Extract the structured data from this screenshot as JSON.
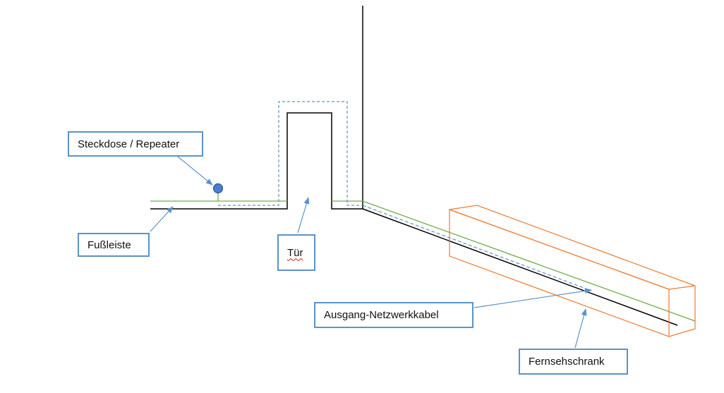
{
  "labels": {
    "steckdose": "Steckdose / Repeater",
    "fussleiste": "Fußleiste",
    "tuer": "Tür",
    "ausgang": "Ausgang-Netzwerkkabel",
    "fernseh": "Fernsehschrank"
  },
  "colors": {
    "wall": "#000000",
    "cable_green": "#70ad47",
    "dashed_blue": "#5b93c7",
    "cabinet_orange": "#ed7d31",
    "callout_border": "#5b93c7",
    "socket_fill": "#4472c4"
  }
}
